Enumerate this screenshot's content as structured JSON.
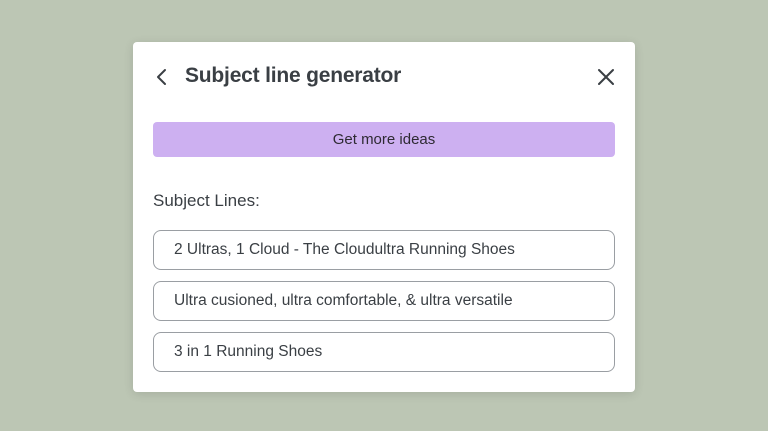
{
  "modal": {
    "title": "Subject line generator",
    "back_icon": "chevron-left-icon",
    "close_icon": "close-icon"
  },
  "actions": {
    "get_more_ideas_label": "Get more ideas"
  },
  "subject_lines": {
    "label": "Subject Lines:",
    "items": [
      "2 Ultras, 1 Cloud - The Cloudultra Running Shoes",
      "Ultra cusioned, ultra comfortable, & ultra versatile",
      "3 in 1 Running Shoes"
    ]
  },
  "colors": {
    "background": "#bcc6b4",
    "button": "#cdb0f1",
    "text": "#3a3f44",
    "border": "#9a9ea3"
  }
}
